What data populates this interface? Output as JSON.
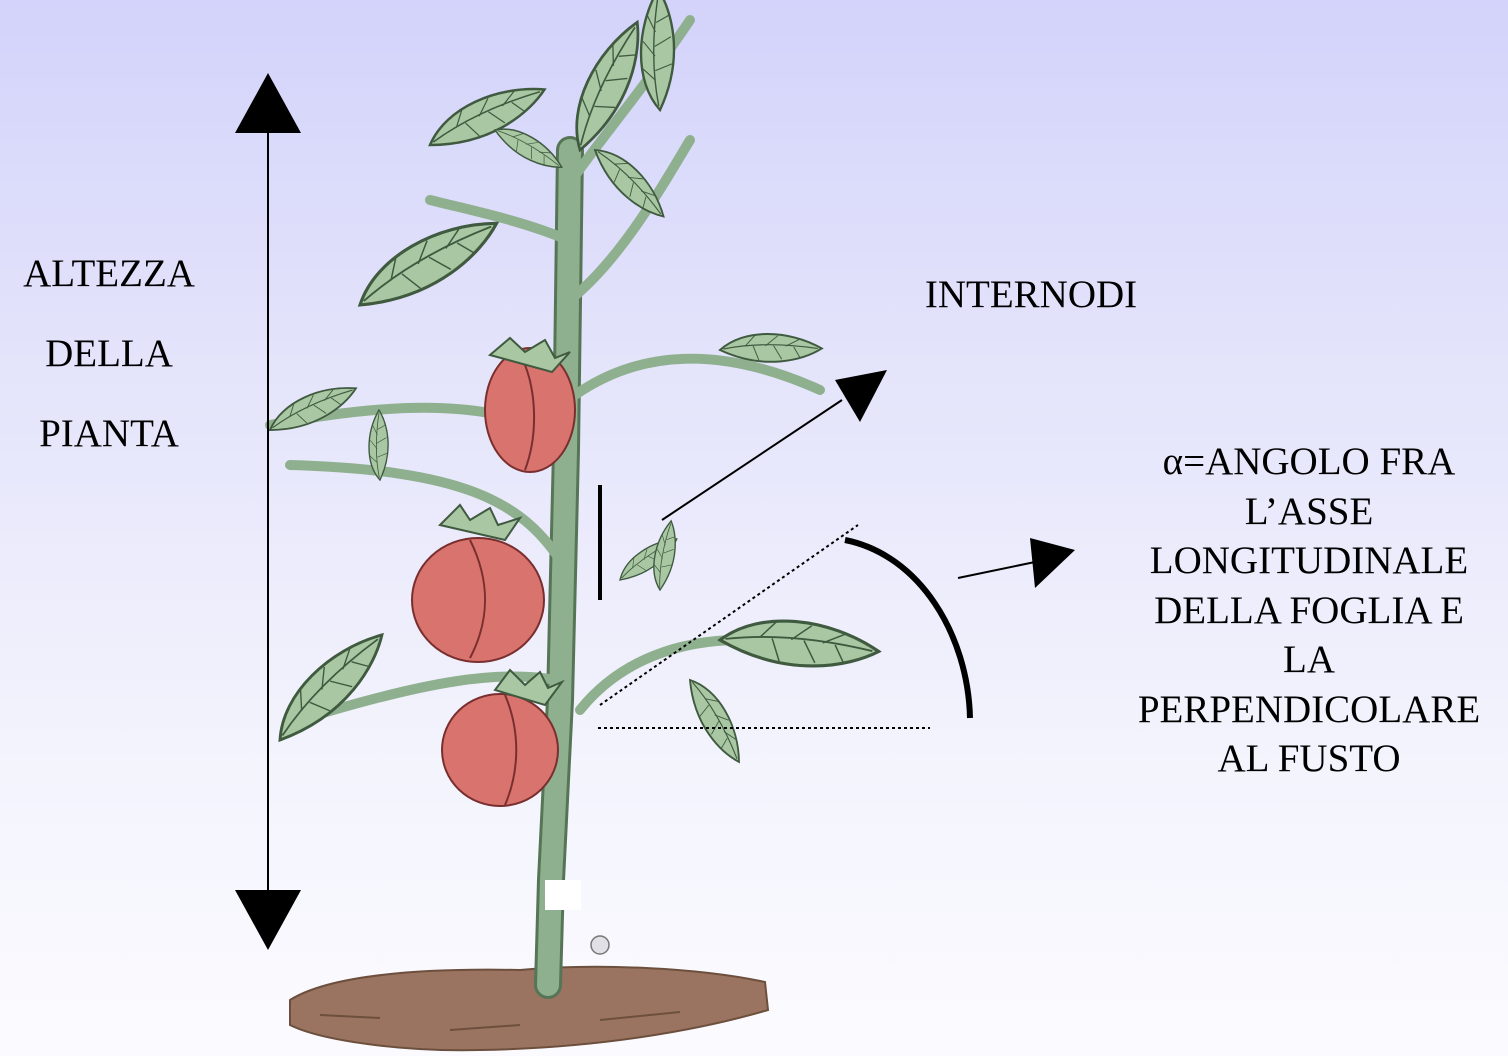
{
  "labels": {
    "height": [
      "ALTEZZA",
      "DELLA",
      "PIANTA"
    ],
    "internodes": "INTERNODI",
    "angle": [
      "α=ANGOLO FRA",
      "L’ASSE",
      "LONGITUDINALE",
      "DELLA FOGLIA E",
      "LA",
      "PERPENDICOLARE",
      "AL FUSTO"
    ]
  },
  "colors": {
    "background_top": "#d3d3fb",
    "background_bottom": "#fbfbff",
    "stem": "#8fb08f",
    "leaf": "#a9c7a3",
    "tomato": "#d9736e",
    "soil": "#9a7460",
    "annotation": "#000000"
  },
  "icons": [
    "tomato-plant-illustration",
    "height-double-arrow",
    "internode-arrow",
    "angle-arc",
    "angle-arrow"
  ]
}
